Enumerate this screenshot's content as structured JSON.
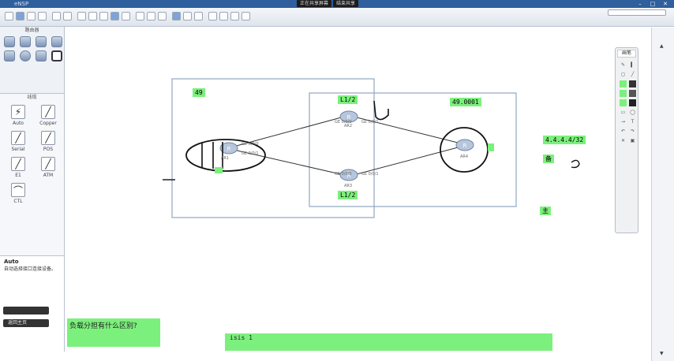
{
  "window": {
    "title": "eNSP"
  },
  "banner": {
    "share_label": "正在共享屏幕",
    "stop_label": "结束共享"
  },
  "left_panel": {
    "devices_title": "路由器",
    "cables_title": "线缆",
    "cables": [
      {
        "label": "Auto",
        "glyph": "⚡"
      },
      {
        "label": "Copper",
        "glyph": "╱"
      },
      {
        "label": "Serial",
        "glyph": "╱"
      },
      {
        "label": "POS",
        "glyph": "╱"
      },
      {
        "label": "E1",
        "glyph": "╱"
      },
      {
        "label": "ATM",
        "glyph": "╱"
      },
      {
        "label": "CTL",
        "glyph": "⌒"
      }
    ],
    "desc_title": "Auto",
    "desc_text": "自动选择接口连接设备。",
    "desc_btn1": "",
    "desc_btn2": "返回主页"
  },
  "topology": {
    "area_left_label": "49",
    "area_right_label": "49.0001",
    "top_link_label": "L1/2",
    "bottom_link_label": "L1/2",
    "loopback_label": "4.4.4.4/32",
    "backup_label": "备",
    "primary_label": "主",
    "routers": [
      {
        "name": "AR1"
      },
      {
        "name": "AR2"
      },
      {
        "name": "AR3"
      },
      {
        "name": "AR4"
      }
    ],
    "ports": {
      "ar1_top": "GE 0/0/0",
      "ar1_bottom": "GE 0/0/1",
      "ar2_left": "GE 0/0/0",
      "ar2_right": "GE 0/0/1",
      "ar3_left": "GE 0/0/0",
      "ar3_right": "GE 0/0/1"
    }
  },
  "pen_panel": {
    "title": "画笔"
  },
  "notes": {
    "question": "负载分担有什么区别?",
    "cmd_line1": "isis 1",
    "cmd_line2": ""
  },
  "colors": {
    "highlight": "#7cf07c",
    "title_bar": "#2f5f9c"
  }
}
